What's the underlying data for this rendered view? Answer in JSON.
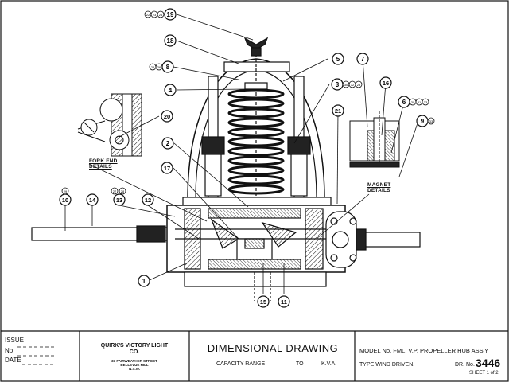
{
  "drawing": {
    "callouts": [
      {
        "number": "19",
        "refs": [
          "22",
          "23",
          "24"
        ]
      },
      {
        "number": "18",
        "refs": []
      },
      {
        "number": "8",
        "refs": [
          "25",
          "26"
        ]
      },
      {
        "number": "4",
        "refs": []
      },
      {
        "number": "20",
        "refs": []
      },
      {
        "number": "2",
        "refs": []
      },
      {
        "number": "17",
        "refs": []
      },
      {
        "number": "5",
        "refs": []
      },
      {
        "number": "3",
        "refs": [
          "30",
          "32",
          "28"
        ]
      },
      {
        "number": "7",
        "refs": []
      },
      {
        "number": "16",
        "refs": []
      },
      {
        "number": "6",
        "refs": [
          "30",
          "31",
          "33"
        ]
      },
      {
        "number": "9",
        "refs": [
          "33"
        ]
      },
      {
        "number": "21",
        "refs": []
      },
      {
        "number": "10",
        "refs": [
          "29"
        ]
      },
      {
        "number": "14",
        "refs": []
      },
      {
        "number": "13",
        "refs": [
          "27",
          "28"
        ]
      },
      {
        "number": "12",
        "refs": []
      },
      {
        "number": "1",
        "refs": []
      },
      {
        "number": "15",
        "refs": []
      },
      {
        "number": "11",
        "refs": []
      }
    ],
    "detail_labels": {
      "fork_end_line1": "FORK END",
      "fork_end_line2": "DETAILS",
      "magnet_line1": "MAGNET",
      "magnet_line2": "DETAILS"
    }
  },
  "title_block": {
    "issue_label": "ISSUE",
    "no_label": "No.",
    "date_label": "DATE",
    "company_line1": "QUIRK'S VICTORY LIGHT",
    "company_line2": "CO.",
    "address_line1": "33 FAIRWEATHER STREET",
    "address_line2": "BELLEVUE HILL",
    "address_line3": "N.S.W.",
    "drawing_title": "DIMENSIONAL DRAWING",
    "capacity_label": "CAPACITY RANGE",
    "capacity_to": "TO",
    "capacity_unit": "K.V.A.",
    "model_text": "MODEL No. FML. V.P. PROPELLER HUB ASS'Y",
    "type_text": "TYPE WIND DRIVEN.",
    "dr_no_label": "DR. No.",
    "dr_no_value": "3446",
    "sheet_text": "SHEET 1 of 2"
  },
  "colors": {
    "ink": "#111111",
    "paper": "#ffffff",
    "shade": "#555555"
  }
}
